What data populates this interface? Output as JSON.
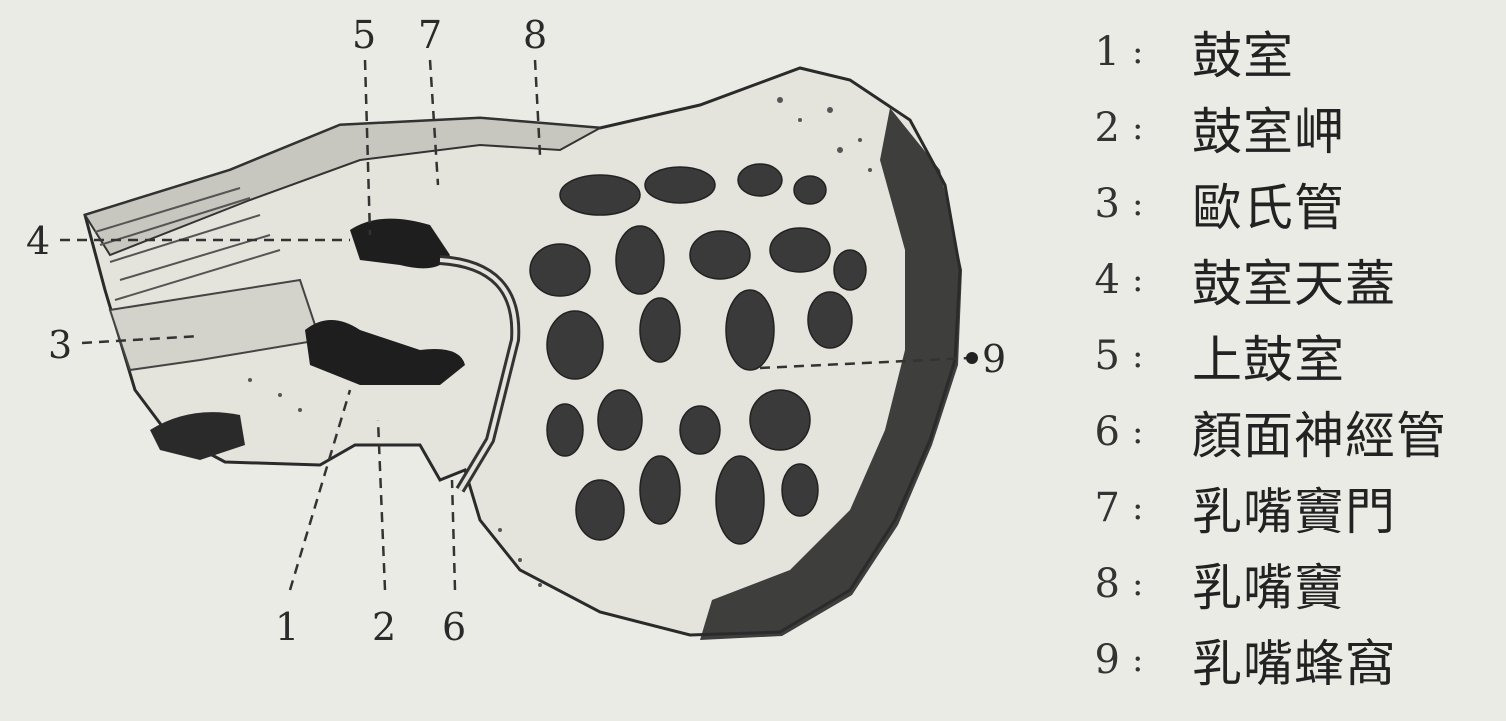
{
  "callouts": {
    "c1": "1",
    "c2": "2",
    "c3": "3",
    "c4": "4",
    "c5": "5",
    "c6": "6",
    "c7": "7",
    "c8": "8",
    "c9": "9"
  },
  "legend": [
    {
      "num": "1",
      "sep": ":",
      "term": "鼓室"
    },
    {
      "num": "2",
      "sep": ":",
      "term": "鼓室岬"
    },
    {
      "num": "3",
      "sep": ":",
      "term": "歐氏管"
    },
    {
      "num": "4",
      "sep": ":",
      "term": "鼓室天蓋"
    },
    {
      "num": "5",
      "sep": ":",
      "term": "上鼓室"
    },
    {
      "num": "6",
      "sep": ":",
      "term": "顏面神經管"
    },
    {
      "num": "7",
      "sep": ":",
      "term": "乳嘴竇門"
    },
    {
      "num": "8",
      "sep": ":",
      "term": "乳嘴竇"
    },
    {
      "num": "9",
      "sep": ":",
      "term": "乳嘴蜂窩"
    }
  ]
}
